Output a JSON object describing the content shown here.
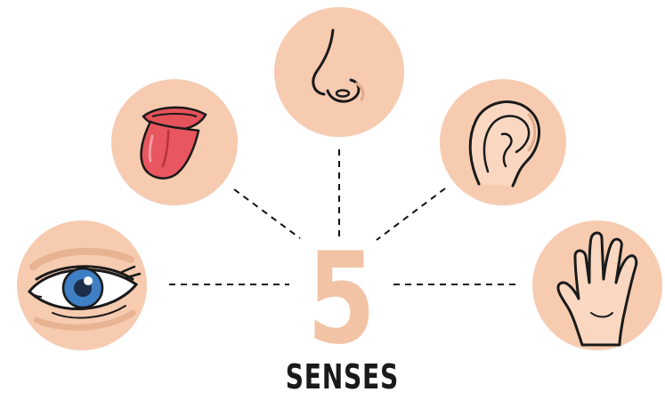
{
  "number": "5",
  "label": "SENSES",
  "colors": {
    "circle_fill": "#f7cbb0",
    "number_color": "#f2c3a5",
    "label_color": "#1a1a1a",
    "connector_color": "#111111"
  },
  "senses": [
    {
      "icon": "nose-icon",
      "sense": "smell"
    },
    {
      "icon": "tongue-icon",
      "sense": "taste"
    },
    {
      "icon": "ear-icon",
      "sense": "hearing"
    },
    {
      "icon": "eye-icon",
      "sense": "sight"
    },
    {
      "icon": "hand-icon",
      "sense": "touch"
    }
  ]
}
